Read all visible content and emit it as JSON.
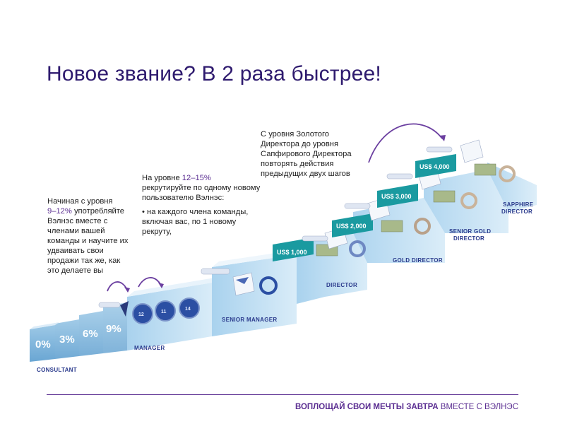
{
  "title": "Новое звание? В 2 раза быстрее!",
  "notes": {
    "note1": {
      "line1": "Начиная с уровня",
      "highlight": "9–12%",
      "line2_rest": " употребляйте",
      "rest": "Вэлнэс вместе с членами вашей команды и научите их удваивать свои продажи так же, как это делаете вы"
    },
    "note2": {
      "prefix": "На уровне ",
      "highlight": "12–15%",
      "rest": " рекрутируйте по одному новому пользователю Вэлнэс:",
      "bullet": "• на каждого члена команды, включая вас, по 1 новому рекруту,"
    },
    "note3": "С уровня Золотого Директора до уровня Сапфирового Директора повторять действия предыдущих двух шагов"
  },
  "levels": {
    "consultant": "CONSULTANT",
    "manager": "MANAGER",
    "senior_manager": "SENIOR MANAGER",
    "director": "DIRECTOR",
    "gold_director": "GOLD DIRECTOR",
    "senior_gold_director_1": "SENIOR GOLD",
    "senior_gold_director_2": "DIRECTOR",
    "sapphire_director_1": "SAPPHIRE",
    "sapphire_director_2": "DIRECTOR"
  },
  "percentages": [
    "0%",
    "3%",
    "6%",
    "9%"
  ],
  "pin_numbers": [
    "12",
    "11",
    "14"
  ],
  "bonuses": [
    "US$ 1,000",
    "US$ 2,000",
    "US$ 3,000",
    "US$ 4,000"
  ],
  "footer": {
    "bold": "ВОПЛОЩАЙ СВОИ МЕЧТЫ ЗАВТРА",
    "normal": " ВМЕСТЕ С ВЭЛНЭС"
  },
  "colors": {
    "title": "#2e1a6e",
    "accent": "#5a2d91",
    "stair_light": "#c9e3f5",
    "stair_mid": "#7fb6dd",
    "bonus_teal": "#1a9aa0"
  }
}
